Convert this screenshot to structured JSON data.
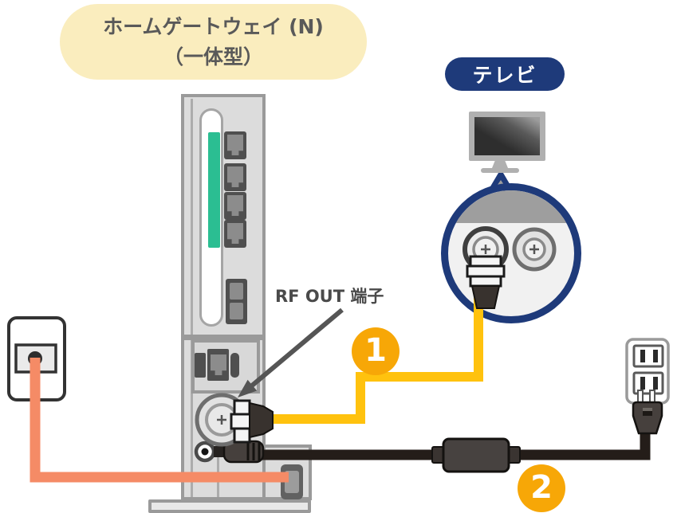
{
  "diagram": {
    "title_blob": {
      "line1": "ホームゲートウェイ (N)",
      "line2": "（一体型）"
    },
    "tv_label": "テレビ",
    "rf_out_label": "RF OUT 端子",
    "steps": [
      {
        "number": "1"
      },
      {
        "number": "2"
      }
    ],
    "colors": {
      "cream": "#FAEDBE",
      "navy": "#1E3A7A",
      "badge_orange": "#F7A707",
      "cable_yellow": "#FFC20E",
      "cable_orange": "#F58B66",
      "cable_black": "#241D19",
      "led_green": "#2BBE92",
      "device_gray": "#DCDCDC",
      "border_gray": "#9A9A9A",
      "text_gray": "#4A4A4A"
    }
  }
}
